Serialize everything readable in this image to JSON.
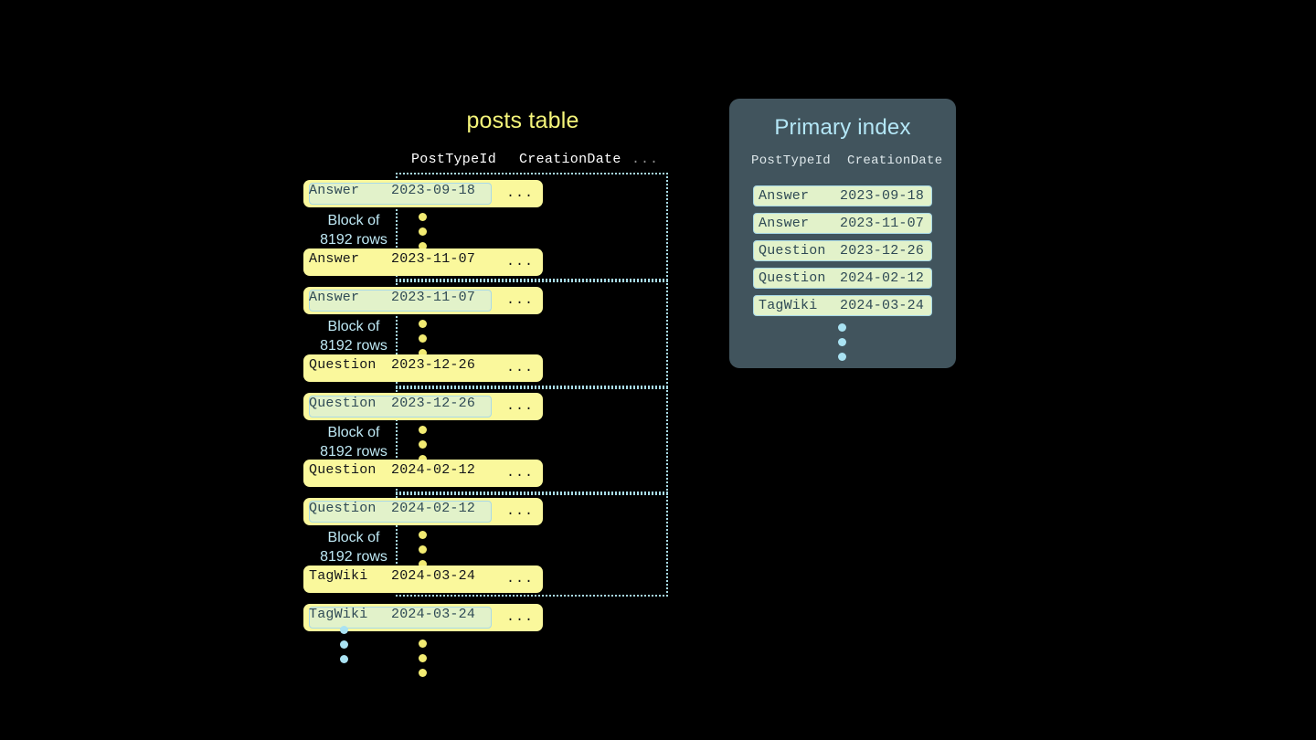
{
  "posts_table": {
    "title": "posts table",
    "columns": [
      "PostTypeId",
      "CreationDate",
      "..."
    ],
    "row_more": "...",
    "block_label_line1": "Block of",
    "block_label_line2": "8192 rows",
    "blocks": [
      {
        "label_line1": "Block of",
        "label_line2": "8192 rows",
        "first_row": {
          "type": "Answer",
          "date": "2023-09-18",
          "highlighted": true
        },
        "last_row": {
          "type": "Answer",
          "date": "2023-11-07",
          "highlighted": false
        }
      },
      {
        "label_line1": "Block of",
        "label_line2": "8192 rows",
        "first_row": {
          "type": "Answer",
          "date": "2023-11-07",
          "highlighted": true
        },
        "last_row": {
          "type": "Question",
          "date": "2023-12-26",
          "highlighted": false
        }
      },
      {
        "label_line1": "Block of",
        "label_line2": "8192 rows",
        "first_row": {
          "type": "Question",
          "date": "2023-12-26",
          "highlighted": true
        },
        "last_row": {
          "type": "Question",
          "date": "2024-02-12",
          "highlighted": false
        }
      },
      {
        "label_line1": "Block of",
        "label_line2": "8192 rows",
        "first_row": {
          "type": "Question",
          "date": "2024-02-12",
          "highlighted": true
        },
        "last_row": {
          "type": "TagWiki",
          "date": "2024-03-24",
          "highlighted": false
        }
      }
    ],
    "trailing_row": {
      "type": "TagWiki",
      "date": "2024-03-24",
      "highlighted": true
    }
  },
  "primary_index": {
    "title": "Primary index",
    "columns": [
      "PostTypeId",
      "CreationDate"
    ],
    "rows": [
      {
        "type": "Answer",
        "date": "2023-09-18"
      },
      {
        "type": "Answer",
        "date": "2023-11-07"
      },
      {
        "type": "Question",
        "date": "2023-12-26"
      },
      {
        "type": "Question",
        "date": "2024-02-12"
      },
      {
        "type": "TagWiki",
        "date": "2024-03-24"
      }
    ]
  },
  "colors": {
    "background": "#000000",
    "row_pill": "#faf89c",
    "highlight_fill": "#e2f2ca",
    "highlight_border": "#a9d9e6",
    "panel": "#41545d",
    "accent_blue": "#b4e7f7",
    "accent_yellow": "#f5f57a",
    "dot_yellow": "#f2eb72",
    "dot_blue": "#a9e2f2"
  }
}
